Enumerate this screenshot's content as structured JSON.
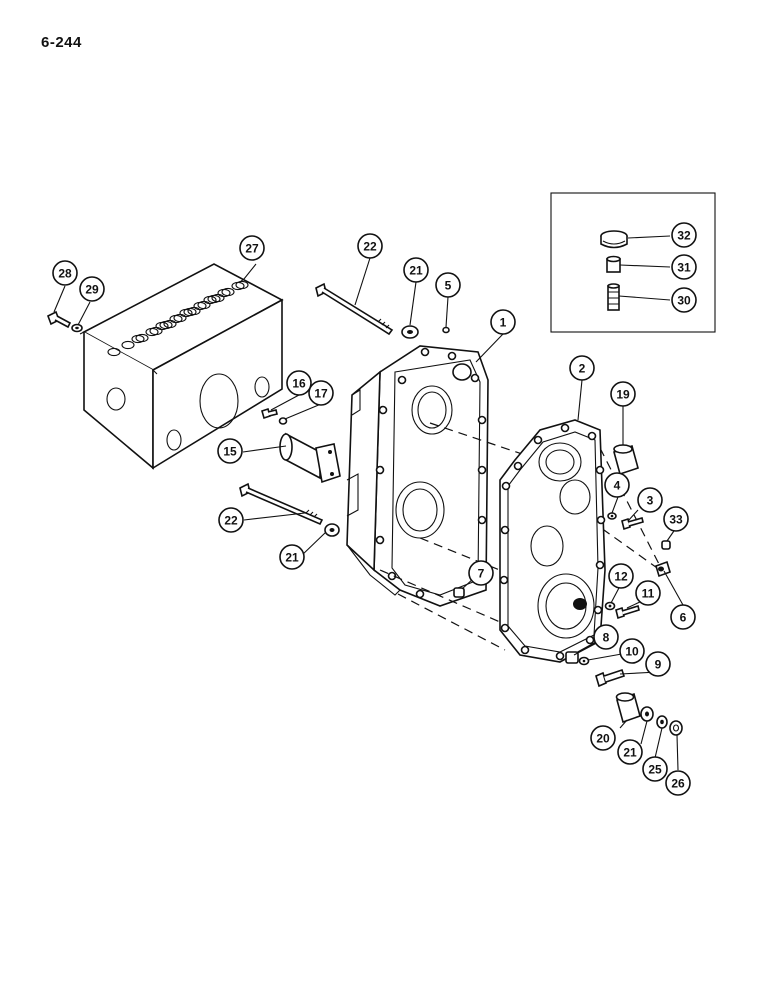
{
  "page": {
    "number": "6-244"
  },
  "callouts": [
    {
      "id": "c1",
      "label": "1"
    },
    {
      "id": "c2",
      "label": "2"
    },
    {
      "id": "c3",
      "label": "3"
    },
    {
      "id": "c4",
      "label": "4"
    },
    {
      "id": "c5",
      "label": "5"
    },
    {
      "id": "c6",
      "label": "6"
    },
    {
      "id": "c7",
      "label": "7"
    },
    {
      "id": "c8",
      "label": "8"
    },
    {
      "id": "c9",
      "label": "9"
    },
    {
      "id": "c10",
      "label": "10"
    },
    {
      "id": "c11",
      "label": "11"
    },
    {
      "id": "c12",
      "label": "12"
    },
    {
      "id": "c15",
      "label": "15"
    },
    {
      "id": "c16",
      "label": "16"
    },
    {
      "id": "c17",
      "label": "17"
    },
    {
      "id": "c19",
      "label": "19"
    },
    {
      "id": "c20",
      "label": "20"
    },
    {
      "id": "c21a",
      "label": "21"
    },
    {
      "id": "c21b",
      "label": "21"
    },
    {
      "id": "c21c",
      "label": "21"
    },
    {
      "id": "c22a",
      "label": "22"
    },
    {
      "id": "c22b",
      "label": "22"
    },
    {
      "id": "c25",
      "label": "25"
    },
    {
      "id": "c26",
      "label": "26"
    },
    {
      "id": "c27",
      "label": "27"
    },
    {
      "id": "c28",
      "label": "28"
    },
    {
      "id": "c29",
      "label": "29"
    },
    {
      "id": "c30",
      "label": "30"
    },
    {
      "id": "c31",
      "label": "31"
    },
    {
      "id": "c32",
      "label": "32"
    },
    {
      "id": "c33",
      "label": "33"
    }
  ]
}
